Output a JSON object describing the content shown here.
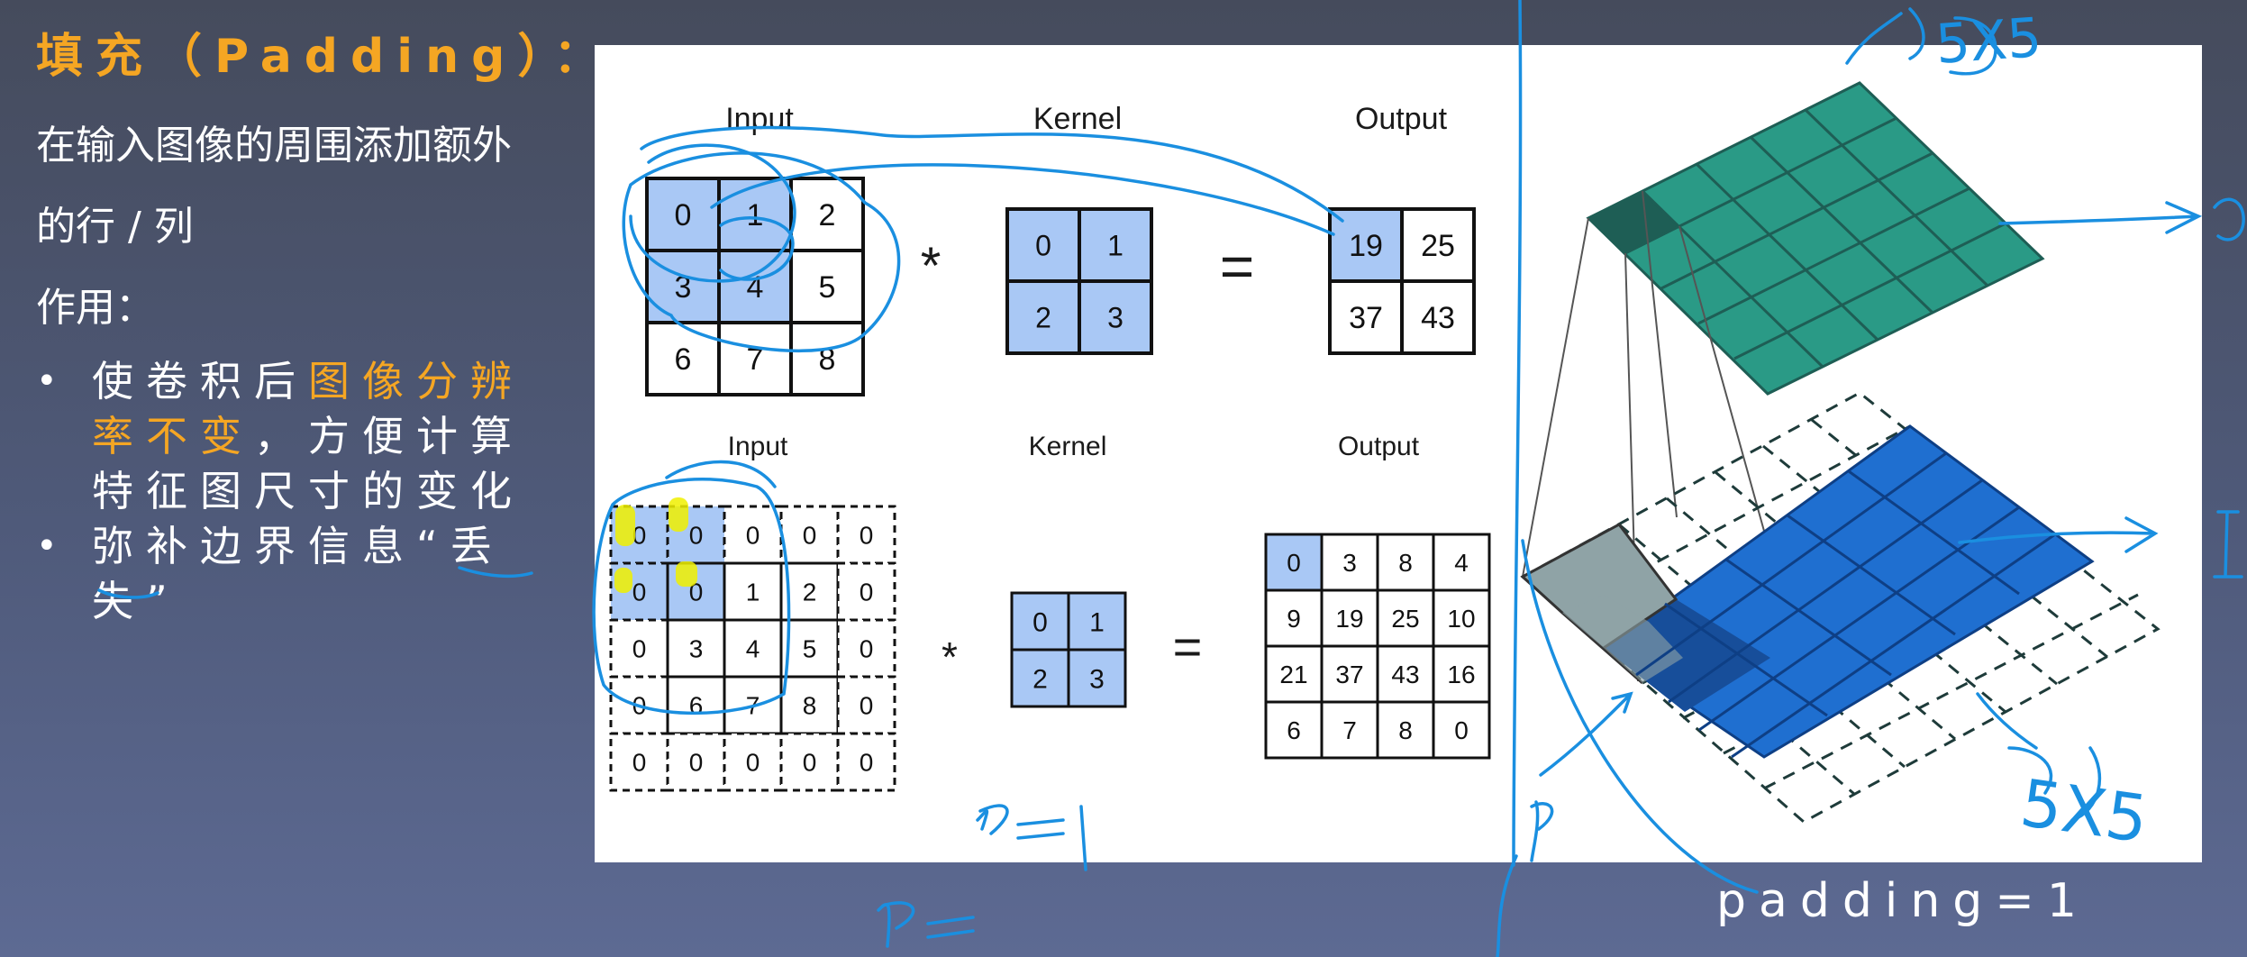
{
  "slide": {
    "title": "填充（Padding）：",
    "intro_line1": "在输入图像的周围添加额外",
    "intro_line2": "的行 / 列",
    "effect_heading": "作用：",
    "bullets": [
      {
        "pre": "使卷积后",
        "highlight": "图像分辨率不变",
        "post": "，方便计算特征图尺寸的变化"
      },
      {
        "pre": "弥补边界信息“丢失”",
        "highlight": "",
        "post": ""
      }
    ],
    "caption": "padding=1"
  },
  "diagram": {
    "top": {
      "input_label": "Input",
      "kernel_label": "Kernel",
      "output_label": "Output",
      "input": [
        [
          "0",
          "1",
          "2"
        ],
        [
          "3",
          "4",
          "5"
        ],
        [
          "6",
          "7",
          "8"
        ]
      ],
      "kernel": [
        [
          "0",
          "1"
        ],
        [
          "2",
          "3"
        ]
      ],
      "output": [
        [
          "19",
          "25"
        ],
        [
          "37",
          "43"
        ]
      ],
      "op_star": "*",
      "op_equals": "="
    },
    "bottom": {
      "input_label": "Input",
      "kernel_label": "Kernel",
      "output_label": "Output",
      "input": [
        [
          "0",
          "0",
          "0",
          "0",
          "0"
        ],
        [
          "0",
          "0",
          "1",
          "2",
          "0"
        ],
        [
          "0",
          "3",
          "4",
          "5",
          "0"
        ],
        [
          "0",
          "6",
          "7",
          "8",
          "0"
        ],
        [
          "0",
          "0",
          "0",
          "0",
          "0"
        ]
      ],
      "kernel": [
        [
          "0",
          "1"
        ],
        [
          "2",
          "3"
        ]
      ],
      "output": [
        [
          "0",
          "3",
          "8",
          "4"
        ],
        [
          "9",
          "19",
          "25",
          "10"
        ],
        [
          "21",
          "37",
          "43",
          "16"
        ],
        [
          "6",
          "7",
          "8",
          "0"
        ]
      ],
      "op_star": "*",
      "op_equals": "="
    }
  },
  "handwriting": {
    "top_label": "5X5",
    "right_label_1": "O",
    "right_label_2": "I",
    "bottom_label": "5X5",
    "p_label": "P",
    "p_eq_1": "P=1",
    "p_eq_2": "P="
  },
  "colors": {
    "accent_orange": "#f5a623",
    "cell_blue": "#a9c8f5",
    "ink_blue": "#1a8fe0",
    "teal": "#2a9a86",
    "bright_blue": "#1f6fd0",
    "highlighter_yellow": "#f0f000"
  }
}
